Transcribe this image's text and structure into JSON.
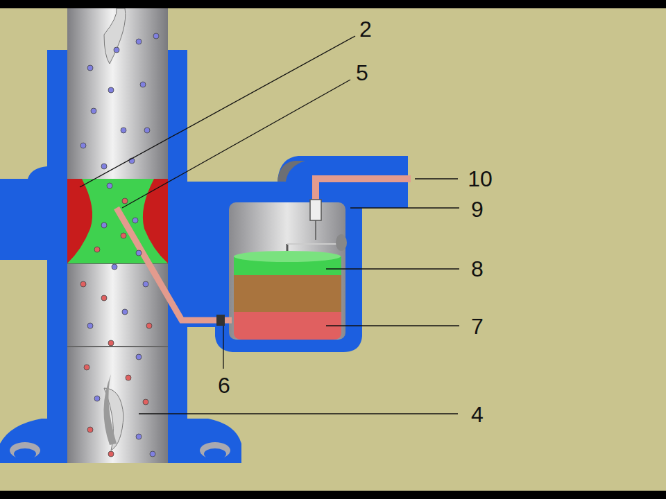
{
  "diagram": {
    "labels": [
      "2",
      "5",
      "10",
      "9",
      "8",
      "7",
      "6",
      "4"
    ]
  }
}
